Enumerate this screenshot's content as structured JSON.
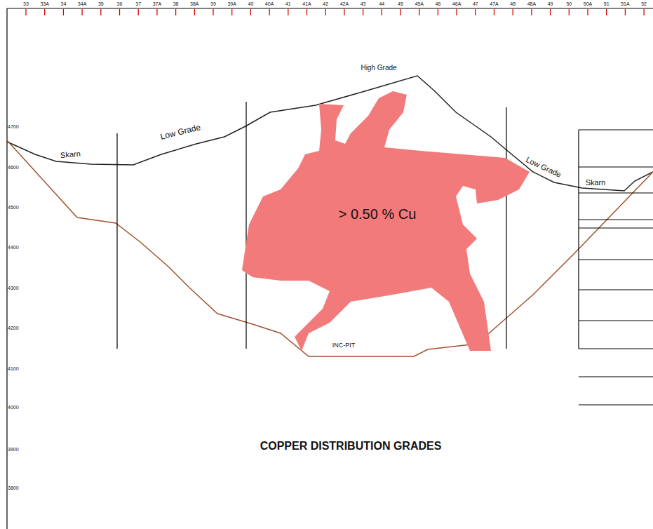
{
  "diagram": {
    "title": "COPPER DISTRIBUTION GRADES",
    "nodes": [
      {
        "text": [
          "> 0.50 % Cu"
        ]
      }
    ],
    "labels": [
      "33",
      "33A",
      "34",
      "34A",
      "35",
      "36",
      "37",
      "37A",
      "38",
      "38A",
      "39",
      "39A",
      "40",
      "40A",
      "41",
      "41A",
      "42",
      "42A",
      "43",
      "44",
      "45",
      "45A",
      "46",
      "46A",
      "47",
      "47A",
      "48",
      "48A",
      "49",
      "50",
      "50A",
      "51",
      "51A",
      "52",
      "4700",
      "4600",
      "4500",
      "4400",
      "4300",
      "4200",
      "4100",
      "4000",
      "3900",
      "3800",
      "Skarn",
      "Low Grade",
      "High Grade",
      "Low Grade",
      "Skarn",
      "INC-PIT"
    ]
  }
}
